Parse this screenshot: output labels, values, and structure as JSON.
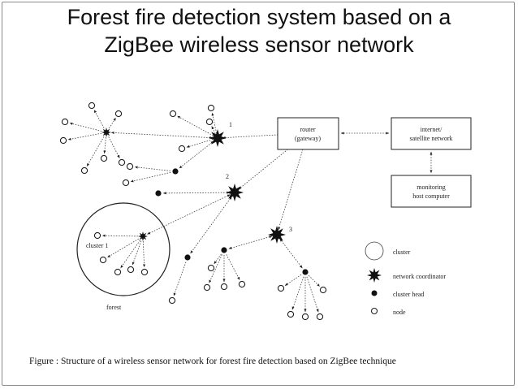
{
  "title": {
    "line1": "Forest fire detection system based on a",
    "line2": "ZigBee wireless sensor network"
  },
  "diagram": {
    "router": [
      "router",
      "(gateway)"
    ],
    "internet": [
      "internet/",
      "satellite network"
    ],
    "monitoring": [
      "monitoring",
      "host computer"
    ],
    "coordinator_labels": [
      "1",
      "2",
      "3"
    ],
    "cluster_label": "cluster 1",
    "forest_label": "forest",
    "legend": {
      "cluster": "cluster",
      "coordinator": "network coordinator",
      "head": "cluster head",
      "node": "node"
    }
  },
  "caption": "Figure : Structure of a wireless sensor network for forest fire detection based on ZigBee technique"
}
